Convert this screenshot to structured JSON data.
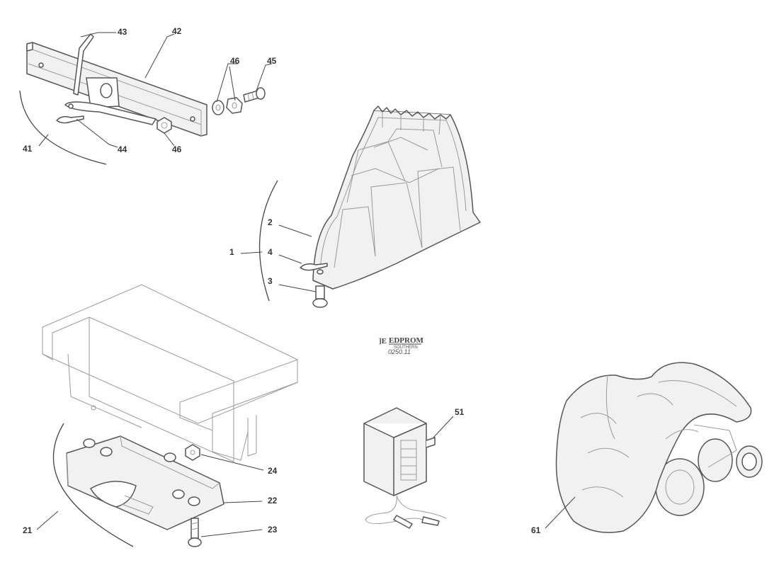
{
  "brand": {
    "mark": "]E",
    "name": "EDPROM",
    "sub": "SOUTHERN",
    "code": "0250.11"
  },
  "callouts": {
    "c1": "1",
    "c2": "2",
    "c3": "3",
    "c4": "4",
    "c21": "21",
    "c22": "22",
    "c23": "23",
    "c24": "24",
    "c41": "41",
    "c42": "42",
    "c43": "43",
    "c44": "44",
    "c45": "45",
    "c46a": "46",
    "c46b": "46",
    "c51": "51",
    "c61": "61"
  }
}
